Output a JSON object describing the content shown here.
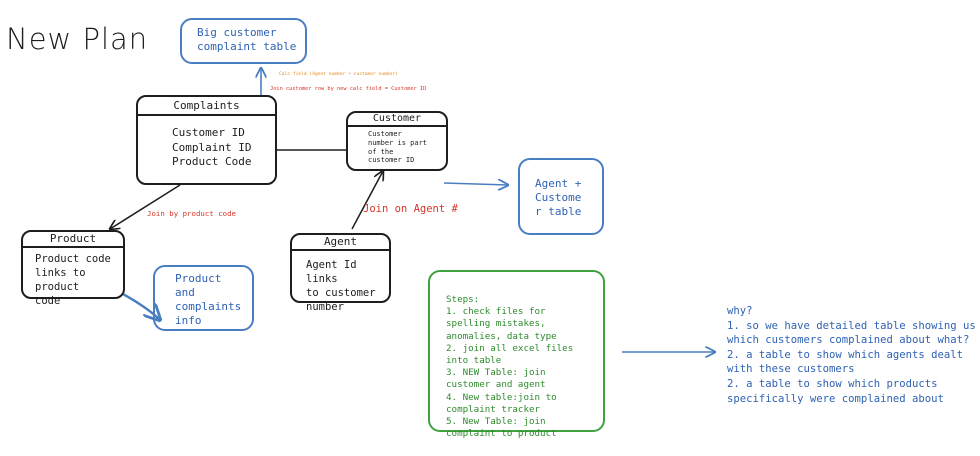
{
  "title": "New Plan",
  "entities": {
    "complaints": {
      "header": "Complaints",
      "fields": "Customer ID\nComplaint ID\nProduct Code"
    },
    "customer": {
      "header": "Customer",
      "fields": "Customer\nnumber is part\nof the\ncustomer ID"
    },
    "product": {
      "header": "Product",
      "fields": "Product code\nlinks to product\ncode"
    },
    "agent": {
      "header": "Agent",
      "fields": "Agent Id links\nto customer\nnumber"
    }
  },
  "outputs": {
    "big_table": "Big customer\ncomplaint table",
    "agent_customer": "Agent +\nCustome\nr table",
    "product_complaints": "Product\nand\ncomplaints\ninfo"
  },
  "annotations": {
    "calc_field": "Calc field (Agent number + customer number)",
    "join_customer": "Join customer row by new calc field = Customer ID",
    "join_product": "Join by product code",
    "join_agent": "Join on Agent #"
  },
  "steps": {
    "heading": "Steps:",
    "items": [
      "1. check files for spelling mistakes, anomalies, data type",
      "2. join all excel files into table",
      "3.  NEW Table: join customer and agent",
      "4. New table:join to complaint tracker",
      "5. New Table: join complaint to product"
    ]
  },
  "why": "why?\n1. so we have detailed table showing us which customers complained about what?\n2. a table to show which agents dealt with these customers\n2. a table to show which products specifically were complained about",
  "colors": {
    "black": "#1e1e1e",
    "blue": "#4a7ec2",
    "green": "#3fa23f",
    "red": "#d6362b",
    "orange": "#e58c1a"
  }
}
